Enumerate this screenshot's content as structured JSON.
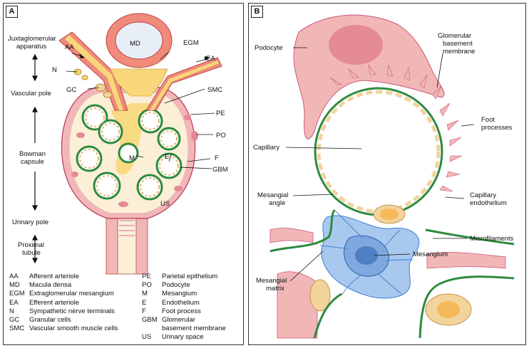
{
  "colors": {
    "capillary_membrane": "#2e8a3e",
    "podocyte_fill": "#f1b7b7",
    "podocyte_dark": "#e38a95",
    "endothelium": "#f2d39c",
    "mesangial_matrix": "#a9c8ee",
    "mesangial_fibers": "#3a7fcf",
    "arteriole_wall": "#f08a7a",
    "extraglomerular": "#f7d77a",
    "urinary_space": "#fbefd8"
  },
  "panel_a": {
    "letter": "A",
    "side_labels": {
      "juxtaglomerular": [
        "Juxtaglomerular",
        "apparatus"
      ],
      "vascular_pole": "Vascular pole",
      "bowman": [
        "Bowman",
        "capsule"
      ],
      "urinary_pole": "Urinary pole",
      "proximal": [
        "Proximal",
        "tubule"
      ]
    },
    "callouts": {
      "aa": "AA",
      "md": "MD",
      "egm": "EGM",
      "ea": "EA",
      "n": "N",
      "gc": "GC",
      "smc": "SMC",
      "pe": "PE",
      "po": "PO",
      "m": "M",
      "e": "E",
      "f": "F",
      "gbm": "GBM",
      "us": "US"
    },
    "legend_left": [
      {
        "abbr": "AA",
        "text": "Afferent arteriole"
      },
      {
        "abbr": "MD",
        "text": "Macula densa"
      },
      {
        "abbr": "EGM",
        "text": "Extraglomerular mesangium"
      },
      {
        "abbr": "EA",
        "text": "Efferent arteriole"
      },
      {
        "abbr": "N",
        "text": "Sympathetic nerve terminals"
      },
      {
        "abbr": "GC",
        "text": "Granular cells"
      },
      {
        "abbr": "SMC",
        "text": "Vascular smooth muscle cells"
      }
    ],
    "legend_right": [
      {
        "abbr": "PE",
        "text": "Parietal epithelium"
      },
      {
        "abbr": "PO",
        "text": "Podocyte"
      },
      {
        "abbr": "M",
        "text": "Mesangium"
      },
      {
        "abbr": "E",
        "text": "Endothelium"
      },
      {
        "abbr": "F",
        "text": "Foot process"
      },
      {
        "abbr": "GBM",
        "text": "Glomerular"
      },
      {
        "abbr": "",
        "text": "basement membrane"
      },
      {
        "abbr": "US",
        "text": "Urinary space"
      }
    ]
  },
  "panel_b": {
    "letter": "B",
    "labels": {
      "podocyte": "Podocyte",
      "gbm": [
        "Glomerular",
        "basement",
        "membrane"
      ],
      "foot": [
        "Foot",
        "processes"
      ],
      "capillary": "Capillary",
      "mesangial_angle": [
        "Mesangial",
        "angle"
      ],
      "cap_endo": [
        "Capillary",
        "endothelium"
      ],
      "microfilaments": "Microfilaments",
      "mesangium": "Mesangium",
      "mesangial_matrix": [
        "Mesangial",
        "matrix"
      ]
    }
  }
}
